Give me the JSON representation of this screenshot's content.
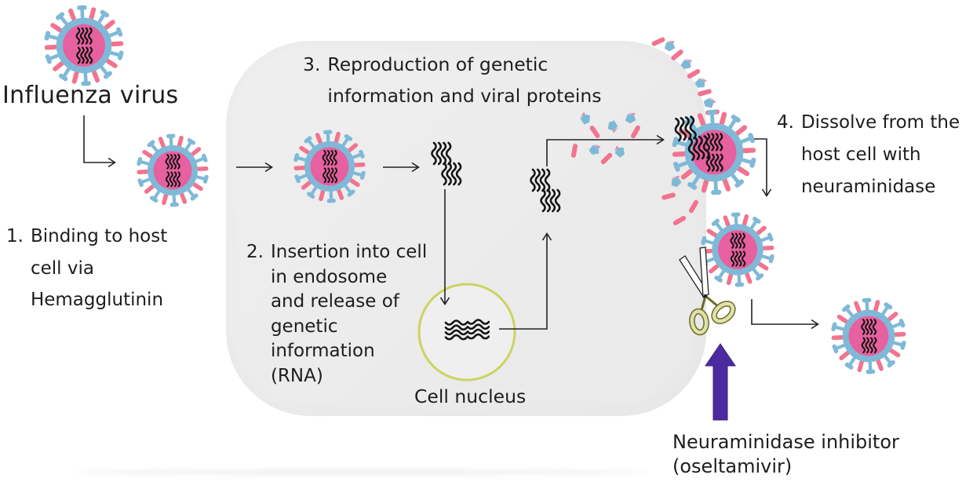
{
  "title": "Influenza virus",
  "steps": {
    "step1": {
      "num": "1.",
      "text": "Binding to host\ncell via\nHemagglutinin"
    },
    "step2": {
      "num": "2.",
      "text": "Insertion into cell\nin endosome\nand release of\ngenetic\ninformation\n(RNA)"
    },
    "step3": {
      "num": "3.",
      "text": "Reproduction of genetic\ninformation and viral proteins"
    },
    "step4": {
      "num": "4.",
      "text": "Dissolve from the\nhost cell with\nneuraminidase"
    }
  },
  "labels": {
    "cell_nucleus": "Cell nucleus",
    "inhibitor": "Neuraminidase inhibitor\n(oseltamivir)"
  },
  "icons": {
    "virion": "influenza-virion-icon",
    "rna": "rna-strand-icon",
    "scissors": "neuraminidase-scissors-icon",
    "inhibitor_arrow": "inhibitor-up-arrow-icon"
  },
  "colors": {
    "virus_membrane": "#7fb9d7",
    "virus_spike": "#f2738f",
    "virus_core": "#e7609f",
    "nucleus_ring": "#ccd35f",
    "inhibitor_arrow": "#4c2ba0",
    "cell_fill": "#ececec",
    "scissors_handle": "#dfe1a8",
    "line": "#222222"
  }
}
